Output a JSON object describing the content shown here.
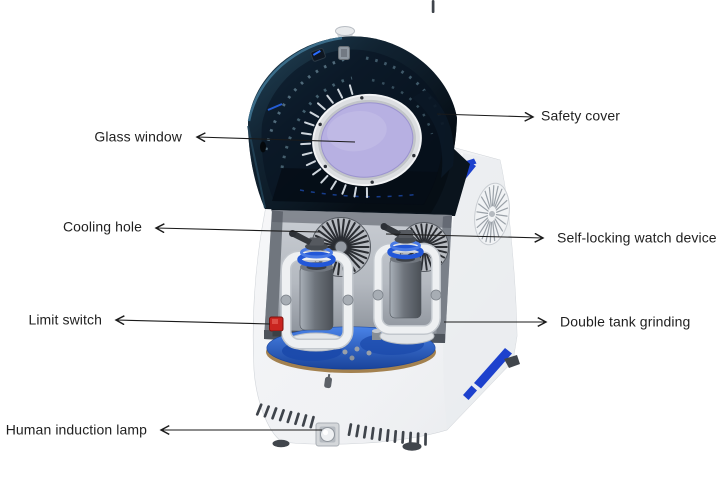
{
  "figure": {
    "type": "labeled-product-diagram",
    "subject": "Planetary ball mill with open safety cover",
    "labels": [
      {
        "id": "safety-cover",
        "text": "Safety cover",
        "side": "right"
      },
      {
        "id": "glass-window",
        "text": "Glass window",
        "side": "left"
      },
      {
        "id": "cooling-hole",
        "text": "Cooling hole",
        "side": "left"
      },
      {
        "id": "self-locking-watch-device",
        "text": "Self-locking watch device",
        "side": "right"
      },
      {
        "id": "limit-switch",
        "text": "Limit switch",
        "side": "left"
      },
      {
        "id": "double-tank-grinding",
        "text": "Double tank grinding",
        "side": "right"
      },
      {
        "id": "human-induction-lamp",
        "text": "Human induction lamp",
        "side": "left"
      }
    ],
    "colors": {
      "background": "#ffffff",
      "label_text": "#1f1f1f",
      "leader_line": "#1a1a1a",
      "cover_dark": "#0d1b27",
      "cover_rim": "#3f7391",
      "glass": "#b7b0e2",
      "ring": "#dcdee1",
      "body": "#f4f5f7",
      "body_shadow": "#d7dade",
      "chamber_wall": "#a9aeb6",
      "fan_dark": "#2a2d32",
      "platform_blue": "#2b63cf",
      "accent_blue": "#1d41cd",
      "jar_gray": "#8b9199",
      "jar_ring_blue": "#2257d8",
      "switch_red": "#c9241f"
    }
  }
}
